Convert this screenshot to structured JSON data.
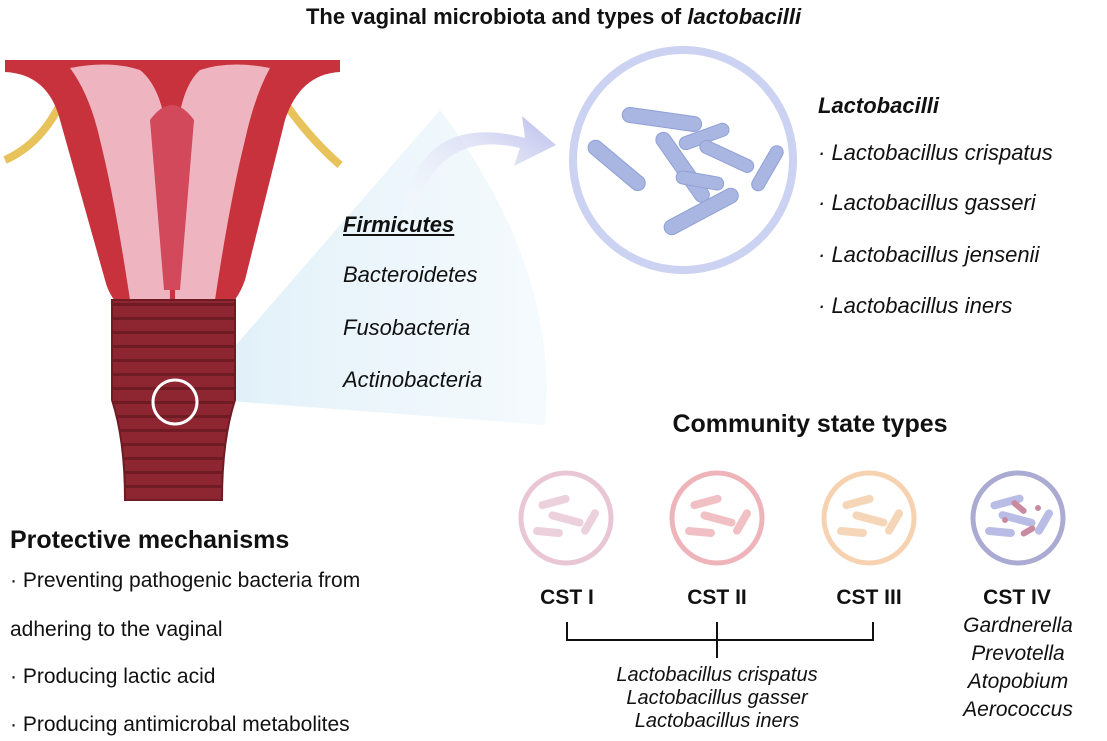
{
  "title": {
    "prefix": "The vaginal microbiota and types of ",
    "italic": "lactobacilli"
  },
  "phyla": [
    "Firmicutes",
    "Bacteroidetes",
    "Fusobacteria",
    "Actinobacteria"
  ],
  "lactobacilli": {
    "heading": "Lactobacilli",
    "species": [
      "· Lactobacillus crispatus",
      "· Lactobacillus gasseri",
      "· Lactobacillus jensenii",
      "· Lactobacillus iners"
    ]
  },
  "community_state_types": {
    "heading": "Community state types",
    "labels": [
      "CST I",
      "CST II",
      "CST III",
      "CST IV"
    ],
    "shared_species": [
      "Lactobacillus crispatus",
      "Lactobacillus gasser",
      "Lactobacillus iners"
    ],
    "cst4_species": [
      "Gardnerella",
      "Prevotella",
      "Atopobium",
      "Aerococcus"
    ]
  },
  "protective_mechanisms": {
    "heading": "Protective mechanisms",
    "items": [
      "· Preventing pathogenic bacteria from",
      "adhering to the vaginal",
      "· Producing lactic acid",
      "· Producing antimicrobal metabolites"
    ]
  },
  "colors": {
    "tissue_red": "#c8323c",
    "tissue_pink": "#eeb5c0",
    "vagina_dark": "#8e2631",
    "nerve_yellow": "#e8c25a",
    "bacteria_blue": "#a9b6e2",
    "circle_lavender": "#ccd3f2",
    "cst1": "#e9c6d4",
    "cst2": "#eeb4ba",
    "cst3": "#f6d2b0",
    "cst4": "#aaaad2"
  }
}
